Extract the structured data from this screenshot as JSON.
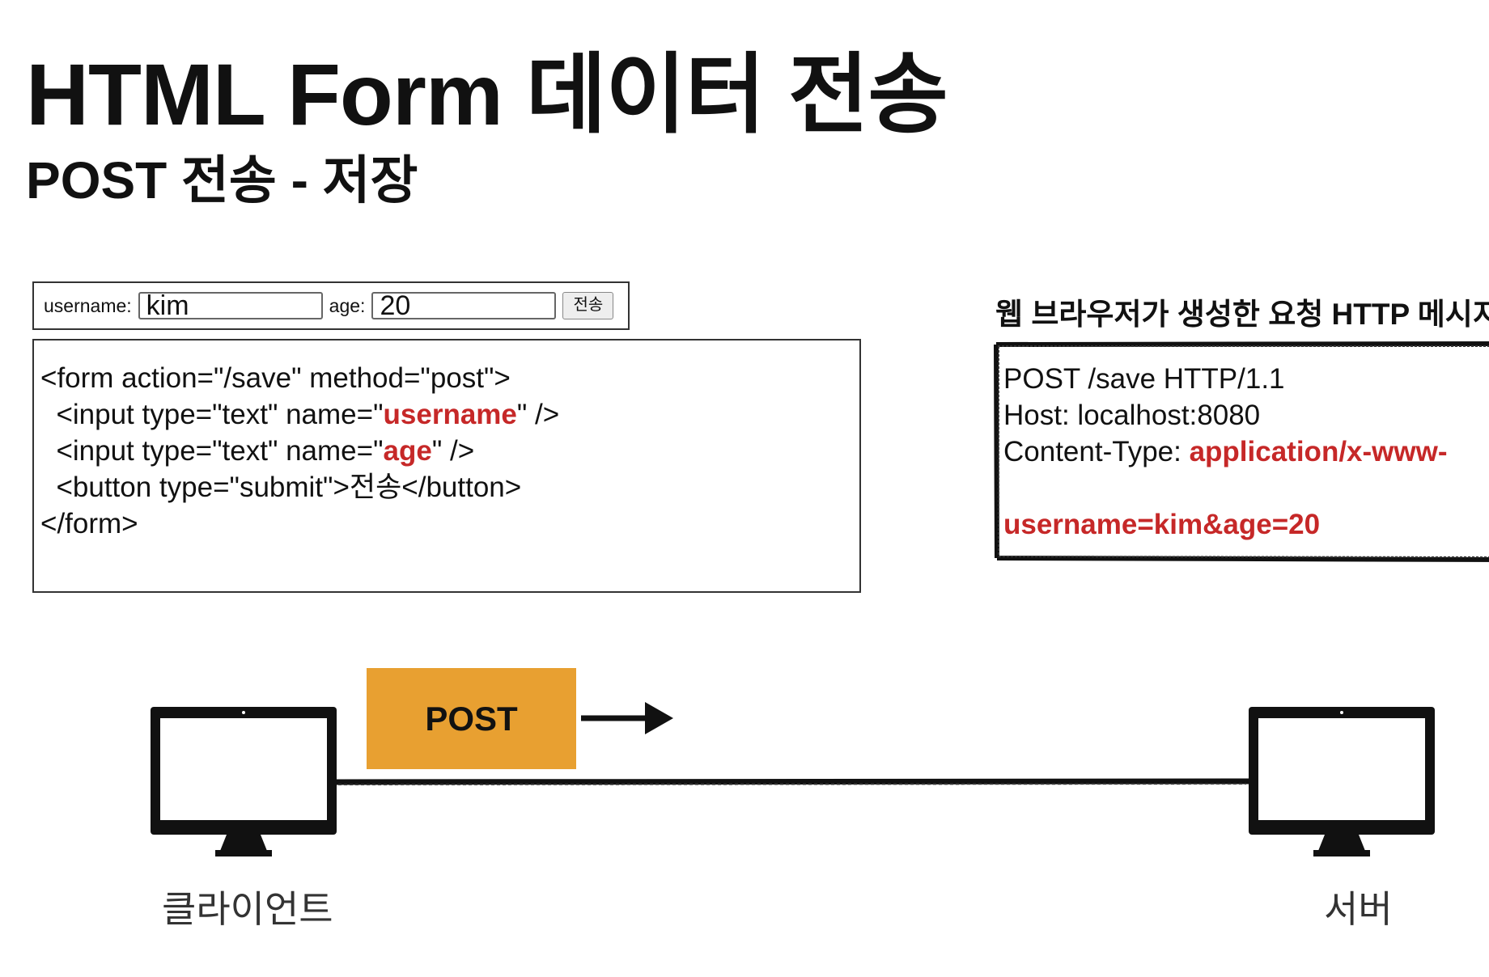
{
  "title": "HTML Form 데이터 전송",
  "subtitle": "POST 전송 - 저장",
  "form_mock": {
    "username_label": "username:",
    "username_value": "kim",
    "age_label": "age:",
    "age_value": "20",
    "submit_label": "전송"
  },
  "code": {
    "line1": "<form action=\"/save\" method=\"post\">",
    "line2_pre": "  <input type=\"text\" name=\"",
    "line2_value": "username",
    "line2_post": "\" />",
    "line3_pre": "  <input type=\"text\" name=\"",
    "line3_value": "age",
    "line3_post": "\" />",
    "line4": "  <button type=\"submit\">전송</button>",
    "line5": "</form>"
  },
  "http_message": {
    "heading": "웹 브라우저가 생성한 요청 HTTP 메시지",
    "request_line": "POST /save HTTP/1.1",
    "host_line": "Host: localhost:8080",
    "content_type_label": "Content-Type: ",
    "content_type_value": "application/x-www-",
    "body": "username=kim&age=20"
  },
  "diagram": {
    "method_label": "POST",
    "client_label": "클라이언트",
    "server_label": "서버"
  },
  "colors": {
    "highlight_red": "#c62828",
    "post_box": "#e8a031"
  }
}
